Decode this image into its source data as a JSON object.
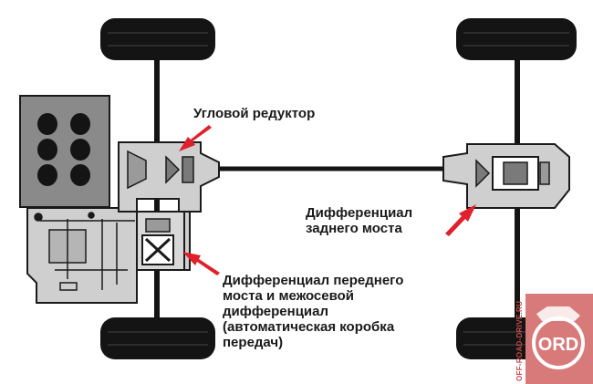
{
  "labels": {
    "angular_gearbox": [
      "Угловой редуктор"
    ],
    "rear_differential": [
      "Дифференциал",
      "заднего моста"
    ],
    "front_differential": [
      "Дифференциал переднего",
      "моста и межосевой",
      "дифференциал",
      "(автоматическая коробка",
      "передач)"
    ]
  },
  "watermark": {
    "logo_text": "ORD",
    "side_text": "OFF-ROAD-DRIVE.RU"
  },
  "colors": {
    "arrow": "#e0202a",
    "tire": "#141414",
    "housing": "#cfcfcf",
    "engine_block": "#8a8a8a",
    "outline": "#1a1a1a",
    "logo": "#c94b4b"
  },
  "icons": {
    "arrows": "red-arrow-icon",
    "logo": "ord-logo-icon"
  }
}
